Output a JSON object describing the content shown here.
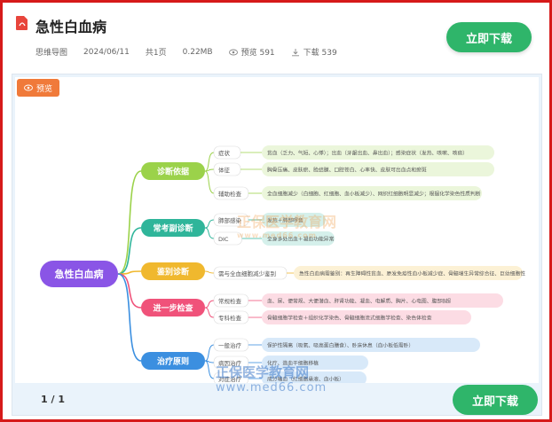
{
  "header": {
    "title": "急性白血病",
    "download_label": "立即下载",
    "meta": {
      "type": "思维导图",
      "date": "2024/06/11",
      "pages": "共1页",
      "size": "0.22MB",
      "views": "预览 591",
      "downloads": "下载 539"
    }
  },
  "viewer": {
    "preview_badge": "预览",
    "page_indicator": "1 / 1",
    "download_label": "立即下载",
    "watermark_text": "正保医学教育网",
    "watermark_url": "www.med66.com"
  },
  "mindmap": {
    "root": "急性白血病",
    "branches": [
      {
        "label": "诊断依据",
        "color": "#9bd24a",
        "children": [
          {
            "label": "症状",
            "detail": "贫血（乏力、气短、心悸）；出血（牙龈出血、鼻出血）；感染症状（发热、咳嗽、咳痰）"
          },
          {
            "label": "体征",
            "detail": "胸骨压痛、皮肤瘀、脸结膜、口腔苍白、心率快、皮肤可出血点和瘀斑"
          },
          {
            "label": "辅助检查",
            "detail": "全血细胞减少（白细胞、红细胞、血小板减少）、网织红细胞明显减少；根据化学染色性质判断白血病分型"
          }
        ]
      },
      {
        "label": "常考副诊断",
        "color": "#2fb59a",
        "children": [
          {
            "label": "肺部感染",
            "detail": "发热＋肺部啰音"
          },
          {
            "label": "DIC",
            "detail": "全身多处出血＋凝血功能异常"
          }
        ]
      },
      {
        "label": "鉴别诊断",
        "color": "#f0b82e",
        "children": [
          {
            "label": "需与全血细胞减少鉴别",
            "detail": "急性白血病需鉴别：再生障碍性贫血、原发免疫性血小板减少症、骨髓增生异常综合征、巨幼细胞性贫血"
          }
        ]
      },
      {
        "label": "进一步检查",
        "color": "#f0527a",
        "children": [
          {
            "label": "常规检查",
            "detail": "血、尿、便常规、大便潜血、肝肾功能、凝血、电解质、胸片、心电图、腹部B超"
          },
          {
            "label": "专科检查",
            "detail": "骨髓细胞学检查＋组织化学染色、骨髓细胞流式细胞学检查、染色体检查"
          }
        ]
      },
      {
        "label": "治疗原则",
        "color": "#3b8fe0",
        "children": [
          {
            "label": "一般治疗",
            "detail": "保护性隔离（吸氧、吸高蛋白膳食）、卧床休息（血小板低需卧）"
          },
          {
            "label": "病因治疗",
            "detail": "化疗、造血干细胞移植"
          },
          {
            "label": "对症治疗",
            "detail": "成分输血（红细胞悬液、血小板）"
          }
        ]
      }
    ]
  },
  "colors": {
    "accent_green": "#2fb56a",
    "border_red": "#d61a1a",
    "badge_orange": "#f07a3a",
    "root_purple": "#8a55e6"
  }
}
